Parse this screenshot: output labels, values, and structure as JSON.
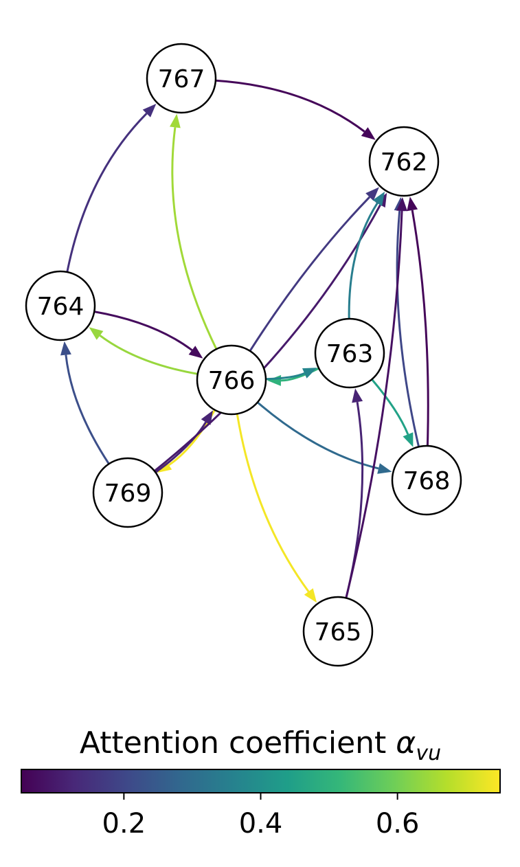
{
  "colorbar": {
    "title_text": "Attention coefficient ",
    "title_symbol": "α",
    "title_subscript": "vu",
    "range": [
      0.05,
      0.75
    ],
    "ticks": [
      {
        "value": 0.2,
        "label": "0.2"
      },
      {
        "value": 0.4,
        "label": "0.4"
      },
      {
        "value": 0.6,
        "label": "0.6"
      }
    ],
    "colormap": [
      "#440154",
      "#482878",
      "#3e4989",
      "#31688e",
      "#26828e",
      "#1f9e89",
      "#35b779",
      "#6ece58",
      "#b5de2b",
      "#fde725"
    ]
  },
  "nodes": [
    {
      "id": "767",
      "label": "767"
    },
    {
      "id": "762",
      "label": "762"
    },
    {
      "id": "764",
      "label": "764"
    },
    {
      "id": "766",
      "label": "766"
    },
    {
      "id": "763",
      "label": "763"
    },
    {
      "id": "769",
      "label": "769"
    },
    {
      "id": "768",
      "label": "768"
    },
    {
      "id": "765",
      "label": "765"
    }
  ],
  "edges": [
    {
      "source": "767",
      "target": "762",
      "weight": 0.06
    },
    {
      "source": "764",
      "target": "767",
      "weight": 0.15
    },
    {
      "source": "766",
      "target": "767",
      "weight": 0.65
    },
    {
      "source": "766",
      "target": "764",
      "weight": 0.64
    },
    {
      "source": "764",
      "target": "766",
      "weight": 0.07
    },
    {
      "source": "769",
      "target": "764",
      "weight": 0.22
    },
    {
      "source": "766",
      "target": "769",
      "weight": 0.74
    },
    {
      "source": "769",
      "target": "766",
      "weight": 0.12
    },
    {
      "source": "769",
      "target": "762",
      "weight": 0.1
    },
    {
      "source": "766",
      "target": "762",
      "weight": 0.17
    },
    {
      "source": "763",
      "target": "766",
      "weight": 0.5
    },
    {
      "source": "766",
      "target": "763",
      "weight": 0.37
    },
    {
      "source": "763",
      "target": "762",
      "weight": 0.35
    },
    {
      "source": "766",
      "target": "768",
      "weight": 0.29
    },
    {
      "source": "763",
      "target": "768",
      "weight": 0.45
    },
    {
      "source": "768",
      "target": "762",
      "weight": 0.06
    },
    {
      "source": "768",
      "target": "762",
      "weight": 0.2
    },
    {
      "source": "765",
      "target": "763",
      "weight": 0.12
    },
    {
      "source": "765",
      "target": "762",
      "weight": 0.08
    },
    {
      "source": "766",
      "target": "765",
      "weight": 0.74
    }
  ]
}
